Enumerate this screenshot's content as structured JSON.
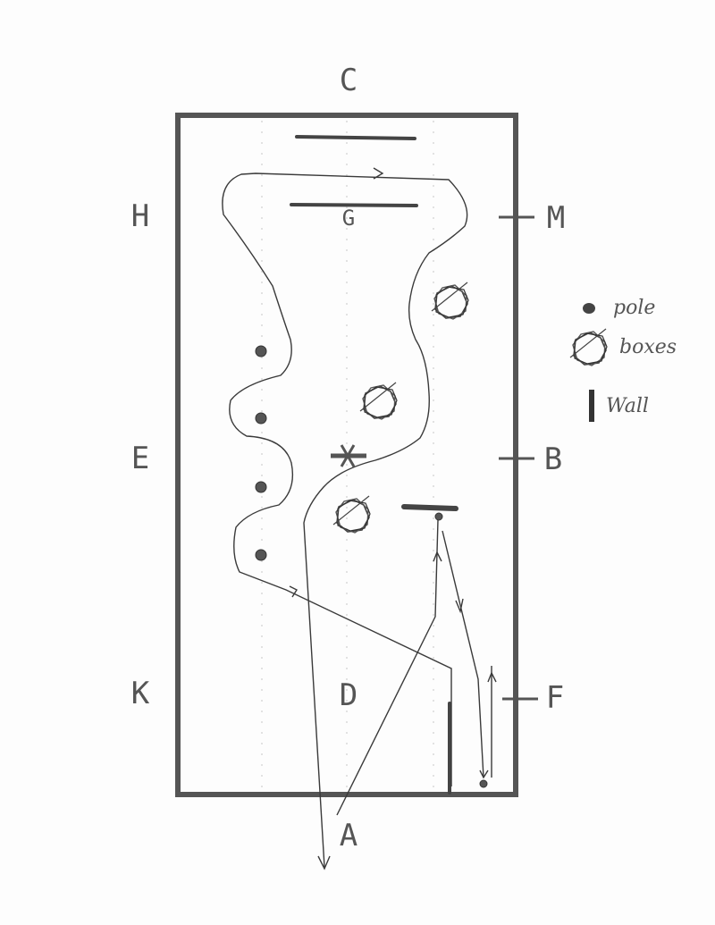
{
  "diagram": {
    "type": "hand-drawn arena course map",
    "markers": {
      "top": "C",
      "top_left": "H",
      "top_right": "M",
      "upper_center": "G",
      "mid_left": "E",
      "mid_right": "B",
      "lower_left": "K",
      "lower_center": "D",
      "lower_right": "F",
      "entry": "A"
    },
    "legend": [
      {
        "symbol": "pole-icon",
        "label": "pole"
      },
      {
        "symbol": "box-icon",
        "label": "boxes"
      },
      {
        "symbol": "wall-icon",
        "label": "Wall"
      }
    ],
    "elements": {
      "poles_left_column": 4,
      "poles_right": 2,
      "boxes": 3,
      "walls": 4,
      "x_marker": "X"
    },
    "colors": {
      "ink": "#444444",
      "border": "#555555",
      "marker_text": "#555555",
      "paper": "#fdfdfd",
      "guide_dots": "#d8d8d8"
    }
  }
}
